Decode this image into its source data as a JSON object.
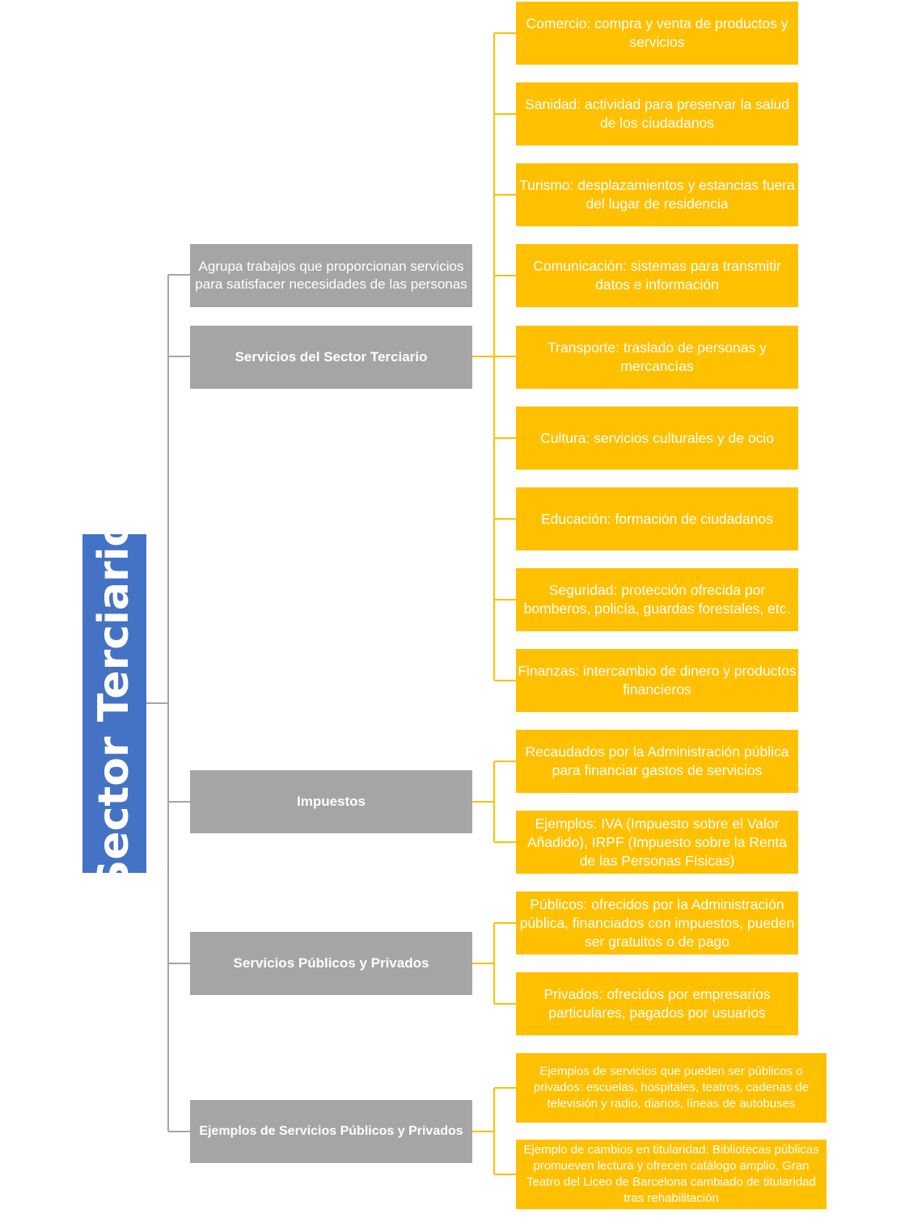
{
  "root": {
    "label": "Sector Terciario"
  },
  "branches": [
    {
      "label": "Agrupa trabajos que proporcionan servicios para satisfacer necesidades de las personas",
      "bold": false,
      "children": []
    },
    {
      "label": "Servicios del Sector Terciario",
      "bold": true,
      "children": [
        "Comercio: compra y venta de productos y servicios",
        "Sanidad: actividad para preservar la salud de los ciudadanos",
        "Turismo: desplazamientos y estancias fuera del lugar de residencia",
        "Comunicación: sistemas para transmitir datos e información",
        "Transporte: traslado de personas y mercancías",
        "Cultura: servicios culturales y de ocio",
        "Educación: formación de ciudadanos",
        "Seguridad: protección ofrecida por bomberos, policía, guardas forestales, etc.",
        "Finanzas: intercambio de dinero y productos financieros"
      ]
    },
    {
      "label": "Impuestos",
      "bold": true,
      "children": [
        "Recaudados por la Administración pública para financiar gastos de servicios",
        "Ejemplos: IVA (Impuesto sobre el Valor Añadido), IRPF (Impuesto sobre la Renta de las Personas Físicas)"
      ]
    },
    {
      "label": "Servicios Públicos y Privados",
      "bold": true,
      "children": [
        "Públicos: ofrecidos por la Administración pública, financiados con impuestos, pueden ser gratuitos o de pago",
        "Privados: ofrecidos por empresarios particulares, pagados por usuarios"
      ]
    },
    {
      "label": "Ejemplos de Servicios Públicos y Privados",
      "bold": true,
      "children": [
        "Ejemplos de servicios que pueden ser públicos o privados: escuelas, hospitales, teatros, cadenas de televisión y radio, diarios, líneas de autobuses",
        "Ejemplo de cambios en titularidad: Bibliotecas públicas promueven lectura y ofrecen catálogo amplio, Gran Teatro del Liceo de Barcelona cambiado de titularidad tras rehabilitación"
      ]
    }
  ],
  "colors": {
    "root": "#4472C4",
    "branch": "#A5A5A5",
    "leaf": "#FFC000",
    "connector_grey": "#A5A5A5",
    "connector_gold": "#FFC000"
  }
}
